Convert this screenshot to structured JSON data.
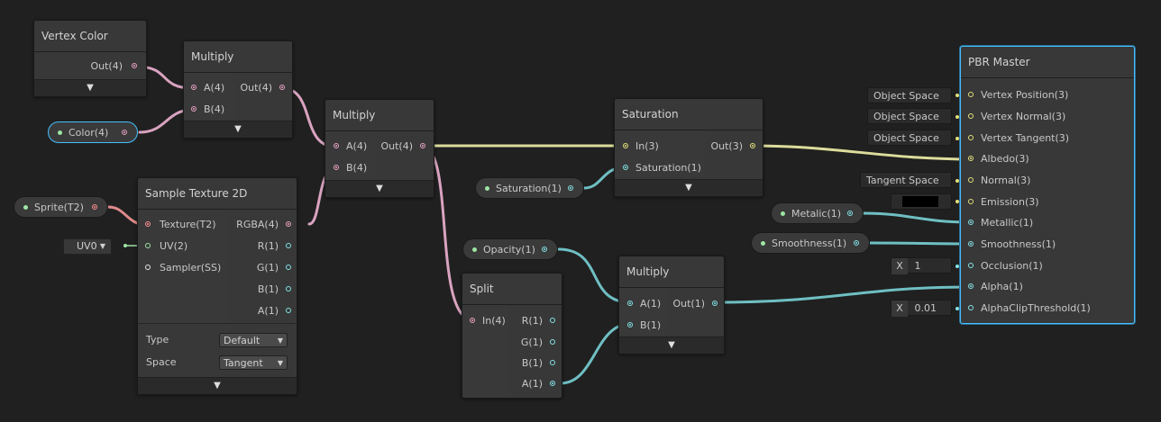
{
  "nodes": {
    "vertex_color": {
      "title": "Vertex Color",
      "out": "Out(4)"
    },
    "multiply1": {
      "title": "Multiply",
      "a": "A(4)",
      "b": "B(4)",
      "out": "Out(4)"
    },
    "multiply2": {
      "title": "Multiply",
      "a": "A(4)",
      "b": "B(4)",
      "out": "Out(4)"
    },
    "multiply3": {
      "title": "Multiply",
      "a": "A(1)",
      "b": "B(1)",
      "out": "Out(1)"
    },
    "sample_texture": {
      "title": "Sample Texture 2D",
      "inputs": [
        "Texture(T2)",
        "UV(2)",
        "Sampler(SS)"
      ],
      "outputs": [
        "RGBA(4)",
        "R(1)",
        "G(1)",
        "B(1)",
        "A(1)"
      ],
      "type_label": "Type",
      "type_value": "Default",
      "space_label": "Space",
      "space_value": "Tangent"
    },
    "saturation": {
      "title": "Saturation",
      "in": "In(3)",
      "sat": "Saturation(1)",
      "out": "Out(3)"
    },
    "split": {
      "title": "Split",
      "in": "In(4)",
      "outputs": [
        "R(1)",
        "G(1)",
        "B(1)",
        "A(1)"
      ]
    },
    "pbr_master": {
      "title": "PBR Master",
      "inputs": [
        "Vertex Position(3)",
        "Vertex Normal(3)",
        "Vertex Tangent(3)",
        "Albedo(3)",
        "Normal(3)",
        "Emission(3)",
        "Metallic(1)",
        "Smoothness(1)",
        "Occlusion(1)",
        "Alpha(1)",
        "AlphaClipThreshold(1)"
      ]
    }
  },
  "properties": {
    "color": "Color(4)",
    "sprite": "Sprite(T2)",
    "saturation": "Saturation(1)",
    "opacity": "Opacity(1)",
    "metalic": "Metalic(1)",
    "smoothness": "Smoothness(1)"
  },
  "controls": {
    "uv_channel": "UV0",
    "object_space_1": "Object Space",
    "object_space_2": "Object Space",
    "object_space_3": "Object Space",
    "tangent_space": "Tangent Space",
    "occlusion_label": "X",
    "occlusion_value": "1",
    "alpha_clip_label": "X",
    "alpha_clip_value": "0.01",
    "emission_color": "#000000"
  },
  "icons": {
    "expand": "chevron-down-icon",
    "dropdown": "triangle-down-icon"
  },
  "colors": {
    "background": "#202020",
    "vector4": "#e7a1c4",
    "vector3": "#e3e07a",
    "vector1": "#84e4e7",
    "vector2": "#9ee5a3",
    "texture": "#ff8e8e",
    "selection": "#44c0ff"
  }
}
